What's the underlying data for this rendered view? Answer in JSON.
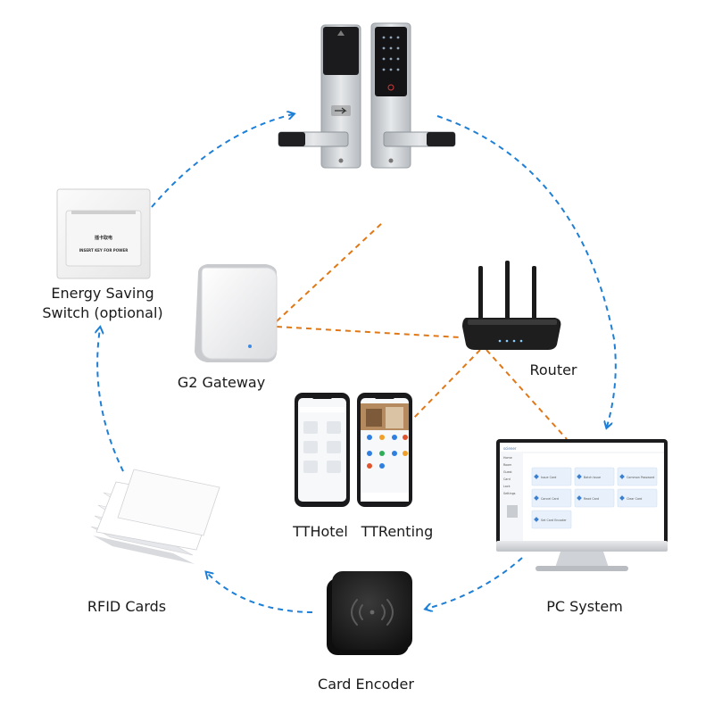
{
  "labels": {
    "energy_switch": [
      "Energy Saving",
      "Switch (optional)"
    ],
    "gateway": "G2 Gateway",
    "router": "Router",
    "tthotel": "TTHotel",
    "ttrenting": "TTRenting",
    "rfid_cards": "RFID Cards",
    "pc_system": "PC System",
    "card_encoder": "Card Encoder"
  },
  "switch_plate": {
    "line1": "插卡取电",
    "line2": "INSERT KEY FOR POWER"
  },
  "pc_screen": {
    "brand": "sciener",
    "sidebar_items": [
      "Home",
      "Room",
      "Guest",
      "Card",
      "Lock",
      "Settings"
    ],
    "tiles": [
      [
        "Issue Card",
        "Batch Issue",
        "Common Password"
      ],
      [
        "Cancel Card",
        "Read Card",
        "Clear Card"
      ],
      [
        "Set Card Encoder",
        "",
        ""
      ]
    ]
  },
  "colors": {
    "wireless_link": "#1e7fd6",
    "network_link": "#e07818",
    "lock_silver": "#c8ccd0",
    "device_black": "#1c1c1c"
  },
  "icons": {
    "lock": "door-lock-pair-icon",
    "switch": "energy-saving-switch-icon",
    "gateway": "gateway-device-icon",
    "router": "router-icon",
    "phones": "smartphone-icon",
    "pc": "monitor-icon",
    "encoder": "card-encoder-icon",
    "cards": "rfid-card-stack-icon"
  }
}
